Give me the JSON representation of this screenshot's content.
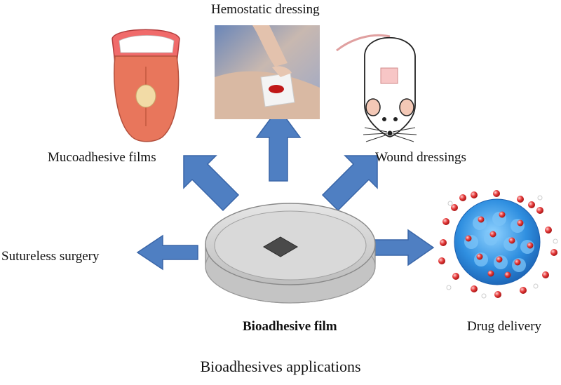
{
  "diagram": {
    "center": {
      "label": "Bioadhesive film"
    },
    "applications": [
      {
        "id": "hemostatic",
        "label": "Hemostatic dressing",
        "image": "finger-pressing-gauze-on-bleeding-arm-photo"
      },
      {
        "id": "mucoadhesive",
        "label": "Mucoadhesive films",
        "image": "tongue-with-film-illustration"
      },
      {
        "id": "wound",
        "label": "Wound dressings",
        "image": "mouse-with-patch-illustration"
      },
      {
        "id": "sutureless",
        "label": "Sutureless surgery",
        "image": ""
      },
      {
        "id": "drug",
        "label": "Drug delivery",
        "image": "nanoparticle-sphere-illustration"
      }
    ],
    "caption": "Bioadhesives applications",
    "colors": {
      "arrow": "#4f7fc2",
      "arrow_stroke": "#3a66a8",
      "dish": "#cfcfcf",
      "film": "#555555"
    }
  }
}
